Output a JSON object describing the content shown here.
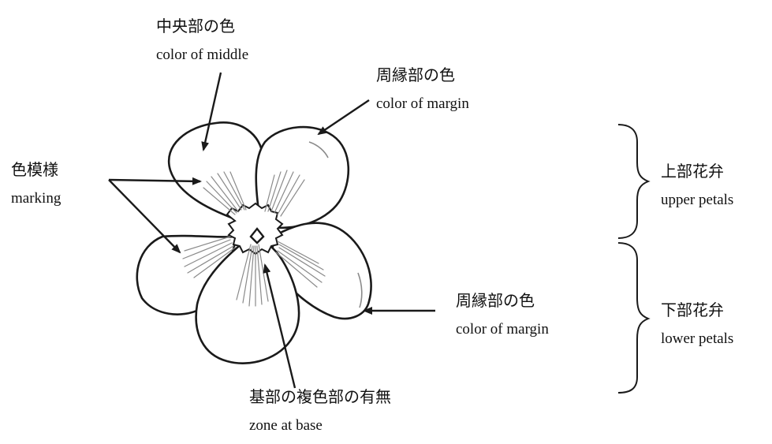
{
  "labels": {
    "middle": {
      "jp": "中央部の色",
      "en": "color of middle"
    },
    "margin_top": {
      "jp": "周縁部の色",
      "en": "color of margin"
    },
    "marking": {
      "jp": "色模様",
      "en": "marking"
    },
    "upper_petals": {
      "jp": "上部花弁",
      "en": "upper petals"
    },
    "margin_lower": {
      "jp": "周縁部の色",
      "en": "color of margin"
    },
    "lower_petals": {
      "jp": "下部花弁",
      "en": "lower petals"
    },
    "zone_base": {
      "jp": "基部の複色部の有無",
      "en": "zone at base"
    }
  },
  "colors": {
    "ink": "#1a1a1a",
    "stripe": "#8a8a8a",
    "background": "#ffffff"
  }
}
